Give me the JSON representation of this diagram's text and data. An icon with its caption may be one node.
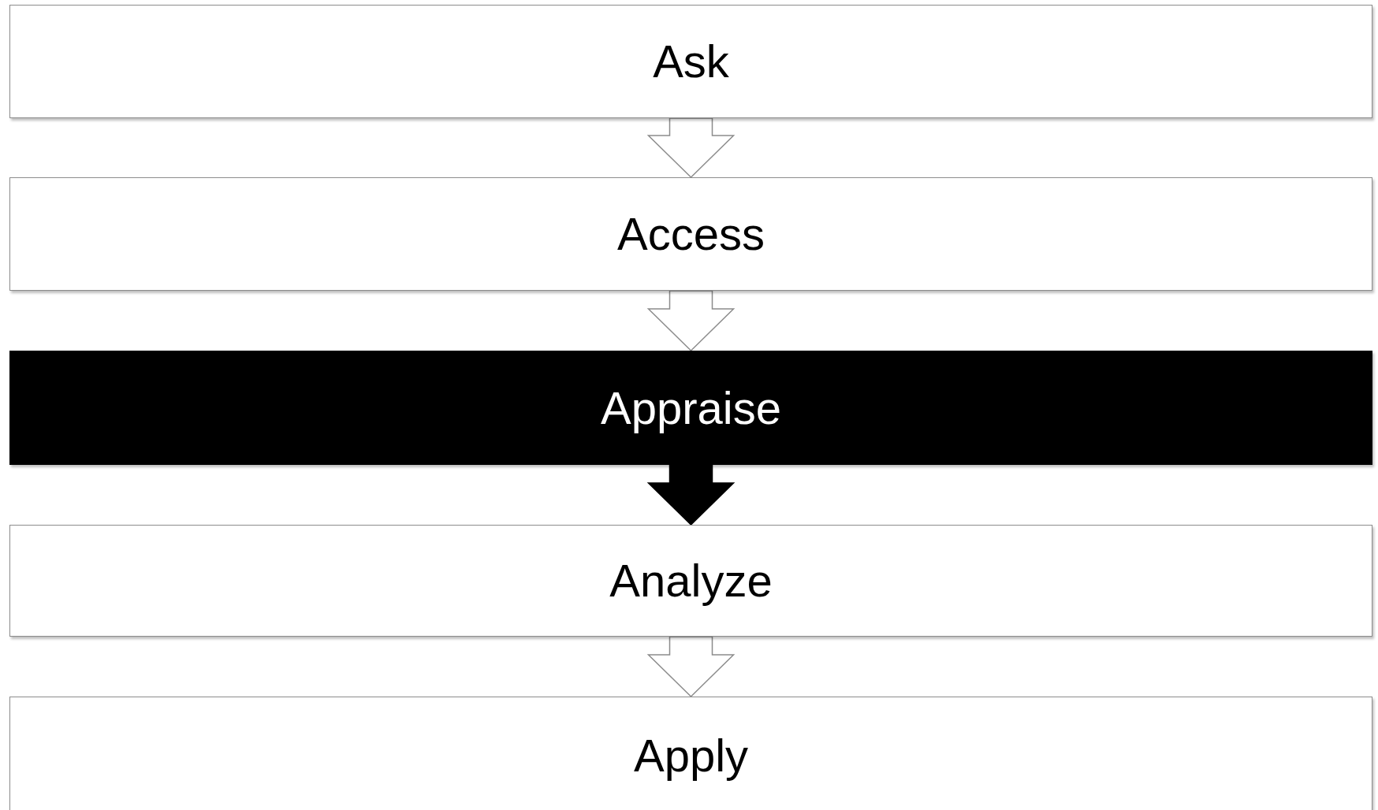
{
  "diagram": {
    "nodes": [
      {
        "text": [
          "Ask"
        ]
      },
      {
        "text": [
          "Access"
        ]
      },
      {
        "text": [
          "Appraise"
        ]
      },
      {
        "text": [
          "Analyze"
        ]
      },
      {
        "text": [
          "Apply"
        ]
      }
    ],
    "edges": [
      {
        "from": 0,
        "to": 1,
        "arrow": "to"
      },
      {
        "from": 1,
        "to": 2,
        "arrow": "to"
      },
      {
        "from": 2,
        "to": 3,
        "arrow": "to",
        "color": "#000000"
      },
      {
        "from": 3,
        "to": 4,
        "arrow": "to"
      }
    ]
  }
}
